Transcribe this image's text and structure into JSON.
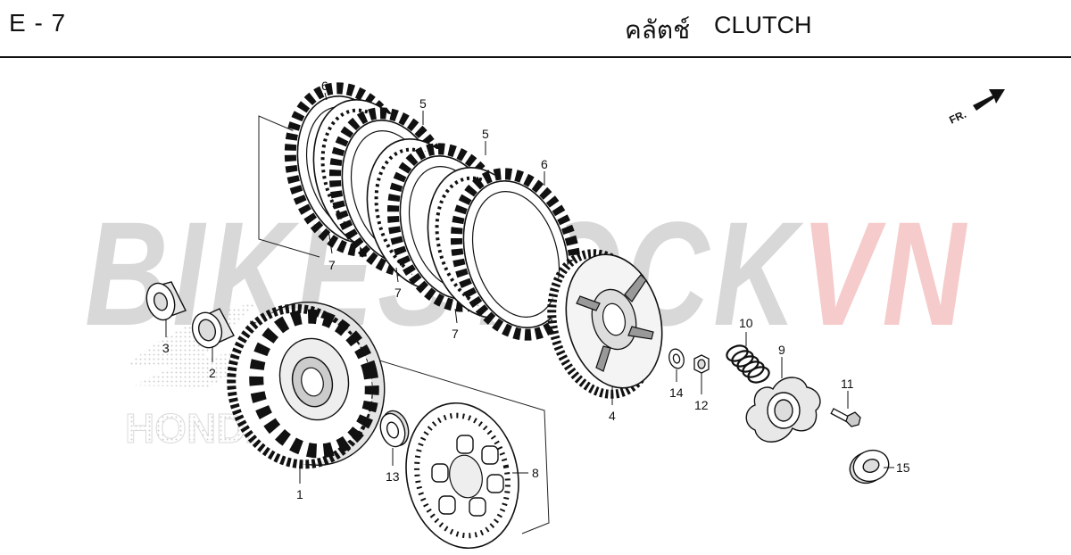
{
  "header": {
    "page_code": "E - 7",
    "title_th": "คลัตช์",
    "title_en": "CLUTCH"
  },
  "watermark": {
    "part_a": "BIKESTOCK",
    "part_b": "VN",
    "brand": "HONDA"
  },
  "orientation": {
    "label": "FR."
  },
  "callouts": {
    "n1": "1",
    "n2": "2",
    "n3": "3",
    "n4": "4",
    "n5a": "5",
    "n5b": "5",
    "n6a": "6",
    "n6b": "6",
    "n7a": "7",
    "n7b": "7",
    "n7c": "7",
    "n8": "8",
    "n9": "9",
    "n10": "10",
    "n11": "11",
    "n12": "12",
    "n13": "13",
    "n14": "14",
    "n15": "15"
  }
}
